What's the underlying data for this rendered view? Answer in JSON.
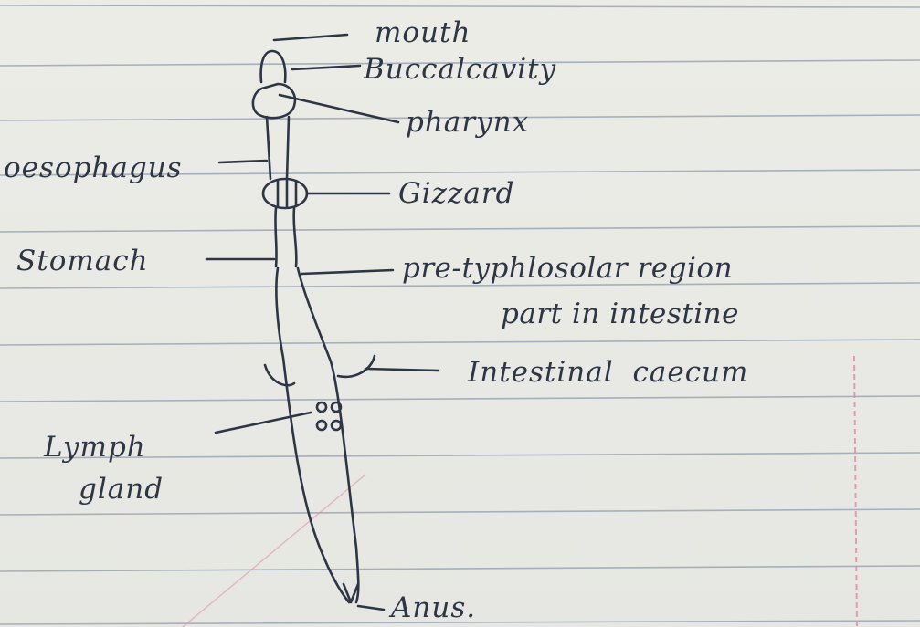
{
  "diagram": {
    "labels": {
      "mouth": "mouth",
      "buccal_cavity": "Buccalcavity",
      "pharynx": "pharynx",
      "oesophagus": "oesophagus",
      "gizzard": "Gizzard",
      "stomach": "Stomach",
      "pre_typhlosolar_line1": "pre-typhlosolar region",
      "pre_typhlosolar_line2": "part in intestine",
      "intestinal_caecum": "Intestinal caecum",
      "lymph_gland_line1": "Lymph",
      "lymph_gland_line2": "gland",
      "anus": "Anus."
    }
  },
  "colors": {
    "paper": "#e8e8e3",
    "ruled_line": "#9ca5b6",
    "margin_line": "#e08aa0",
    "ink": "#2e3545"
  }
}
